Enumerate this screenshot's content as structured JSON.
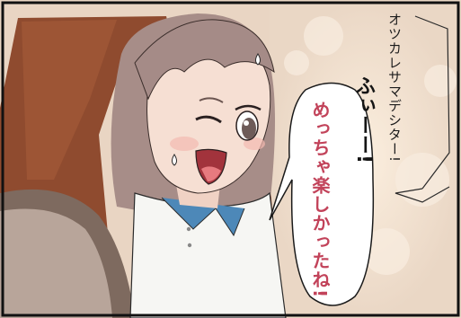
{
  "panel": {
    "caption_small": "オツカレサマデシター!",
    "caption_exclaim": "ふぃーー!",
    "bubble_text": "めっちゃ楽しかったね!"
  },
  "colors": {
    "border": "#111111",
    "hair": "#a58b87",
    "skin": "#f6dfd3",
    "shirt": "#f7f7f5",
    "collar": "#4d88b8",
    "seat": "#8a4a2f",
    "bubble_text": "#c2435a"
  }
}
